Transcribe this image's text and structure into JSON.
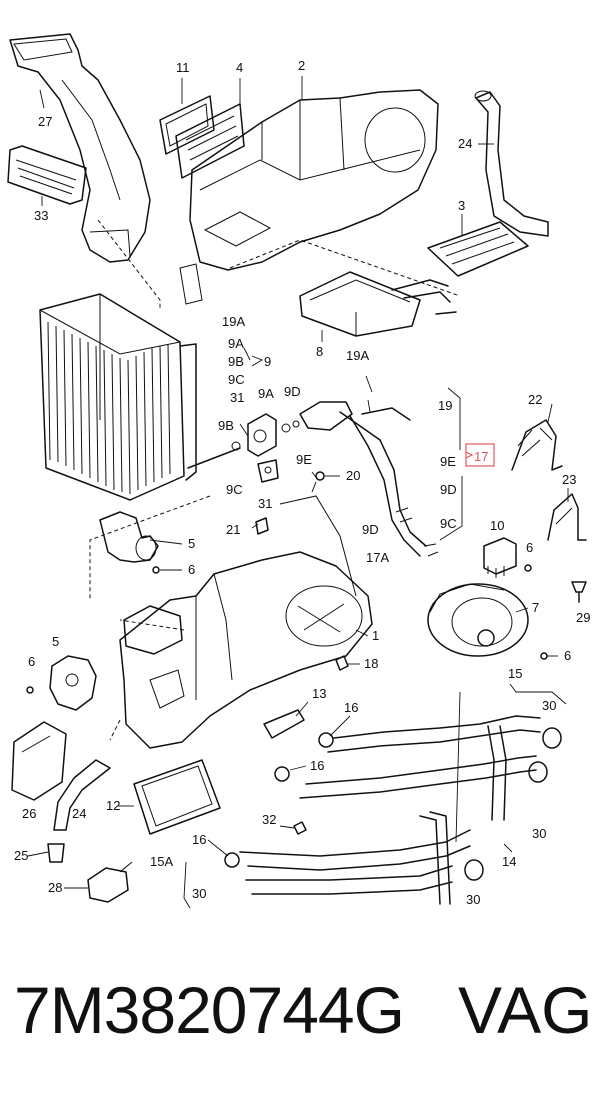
{
  "diagram": {
    "callouts": {
      "c27": "27",
      "c33": "33",
      "c11": "11",
      "c4": "4",
      "c2": "2",
      "c24a": "24",
      "c3": "3",
      "c8": "8",
      "c19A_a": "19A",
      "c9A_a": "9A",
      "c9B_a": "9B",
      "c9C_a": "9C",
      "c31_a": "31",
      "c9_a": "9",
      "c19A_b": "19A",
      "c9A_b": "9A",
      "c9D_a": "9D",
      "c19": "19",
      "c9B_b": "9B",
      "c9E_a": "9E",
      "c9C_b": "9C",
      "c31_b": "31",
      "c20": "20",
      "c9E_b": "9E",
      "c17": "17",
      "c9D_b": "9D",
      "c22": "22",
      "c23": "23",
      "c21": "21",
      "c5a": "5",
      "c6a": "6",
      "c9D_c": "9D",
      "c9C_c": "9C",
      "c10": "10",
      "c6b": "6",
      "c17A": "17A",
      "c29": "29",
      "c7": "7",
      "c1": "1",
      "c5b": "5",
      "c6c": "6",
      "c6d": "6",
      "c18": "18",
      "c15a": "15",
      "c30a": "30",
      "c13": "13",
      "c16a": "16",
      "c26": "26",
      "c24b": "24",
      "c12": "12",
      "c16b": "16",
      "c30b": "30",
      "c32": "32",
      "c14": "14",
      "c16c": "16",
      "c15A": "15A",
      "c30c": "30",
      "c30d": "30",
      "c25": "25",
      "c28": "28"
    },
    "highlight_color": "#e8555f"
  },
  "footer": {
    "part_number": "7M3820744G",
    "brand": "VAG"
  }
}
